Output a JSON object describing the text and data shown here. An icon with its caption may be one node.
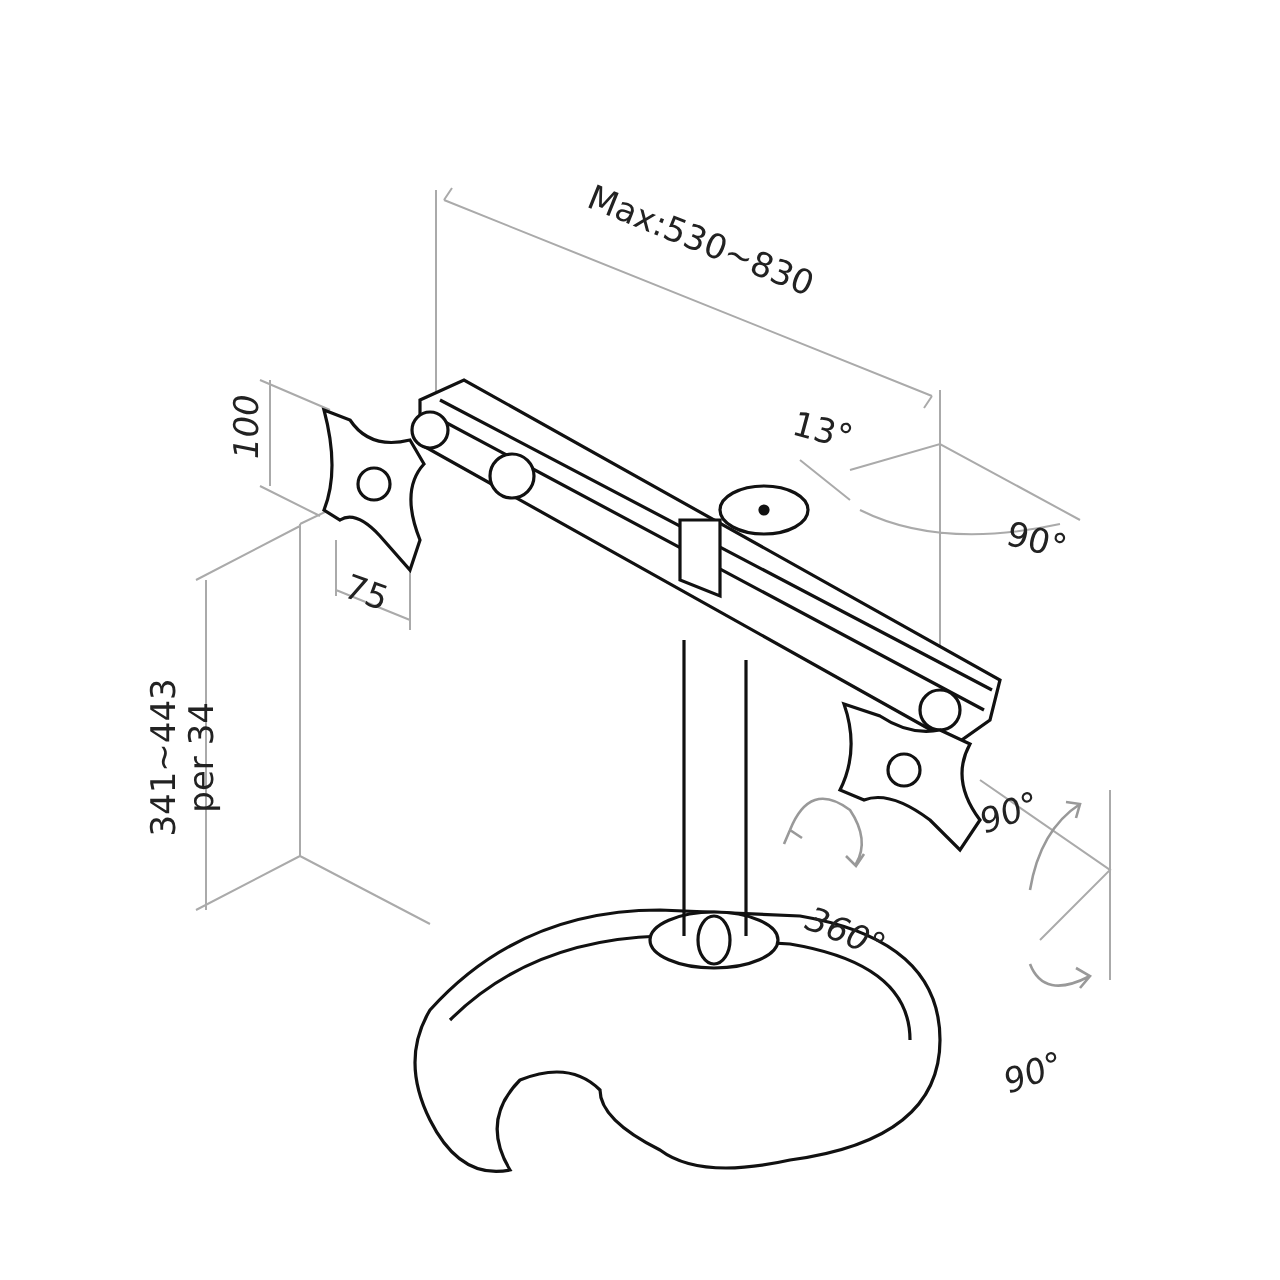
{
  "diagram": {
    "labels": [
      "Max:530~830",
      "100",
      "75",
      "13°",
      "90°",
      "341~443 per 34",
      "90°",
      "360°",
      "90°"
    ]
  }
}
